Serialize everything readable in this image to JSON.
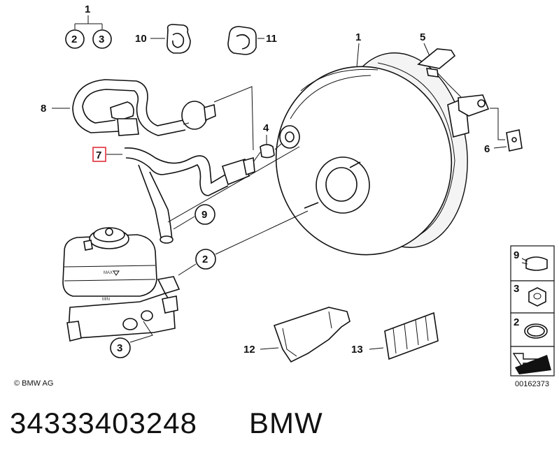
{
  "diagram": {
    "callouts": {
      "top_group": "1",
      "top_group_sub_a": "2",
      "top_group_sub_b": "3",
      "booster": "1",
      "grommet_10": "10",
      "grommet_11": "11",
      "bracket_5": "5",
      "clip_6": "6",
      "hose_8": "8",
      "hose_7": "7",
      "nut_4": "4",
      "hose_9": "9",
      "seal_2": "2",
      "nut_3": "3",
      "bracket_12": "12",
      "clip_13": "13"
    },
    "legend": {
      "item_9": "9",
      "item_3": "3",
      "item_2": "2",
      "code": "00162373"
    },
    "reservoir_labels": {
      "max": "MAX",
      "min": "MIN"
    },
    "copyright": "© BMW AG"
  },
  "footer": {
    "part_number": "34333403248",
    "brand": "BMW"
  },
  "colors": {
    "ink": "#111111",
    "highlight": "#e0303a"
  }
}
